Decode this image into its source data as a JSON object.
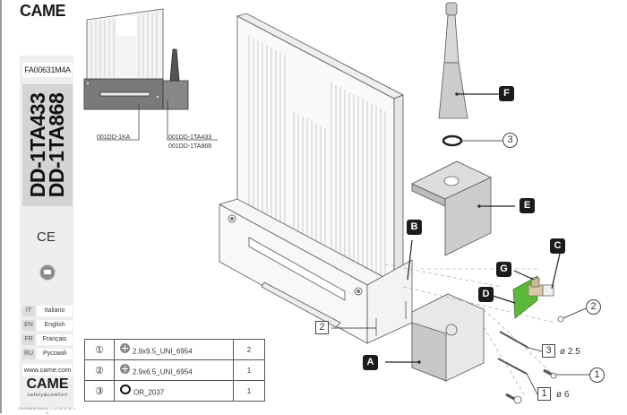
{
  "sidebar": {
    "brand": "CAME",
    "doc_code": "FA00631M4A",
    "models": [
      "DD-1TA433",
      "DD-1TA868"
    ],
    "ce_mark": "CE",
    "disposal_icon": "disposal-icon",
    "languages": [
      {
        "code": "IT",
        "name": "Italiano"
      },
      {
        "code": "EN",
        "name": "English"
      },
      {
        "code": "FR",
        "name": "Français"
      },
      {
        "code": "RU",
        "name": "Русский"
      }
    ],
    "website": "www.came.com",
    "brand_bottom": "CAME",
    "tagline": "safety&comfort",
    "footer_code": "FA00631M4A - 1 0 2 0 1 9"
  },
  "overview": {
    "labels": {
      "base": "001DD-1KA",
      "receiver_1": "001DD-1TA433",
      "receiver_2": "001DD-1TA868"
    }
  },
  "parts_table": {
    "rows": [
      {
        "ref": "①",
        "icon": "screw-icon",
        "code": "2.9x9.5_UNI_6954",
        "qty": "2"
      },
      {
        "ref": "②",
        "icon": "screw-icon",
        "code": "2.9x6.5_UNI_6954",
        "qty": "1"
      },
      {
        "ref": "③",
        "icon": "oring-icon",
        "code": "OR_2037",
        "qty": "1"
      }
    ]
  },
  "callouts": {
    "A": "A",
    "B": "B",
    "C": "C",
    "D": "D",
    "E": "E",
    "F": "F",
    "G": "G",
    "circle_1": "1",
    "circle_2": "2",
    "circle_3": "3",
    "box_1": "1",
    "box_2": "2",
    "box_3": "3",
    "dia_box_3": "ø 2.5",
    "dia_box_1": "ø 6"
  },
  "colors": {
    "badge": "#1c1c1c",
    "pcb_green": "#5cb83a",
    "connector_tan": "#d8c8a8",
    "panel_gray": "#d4d4d4"
  }
}
